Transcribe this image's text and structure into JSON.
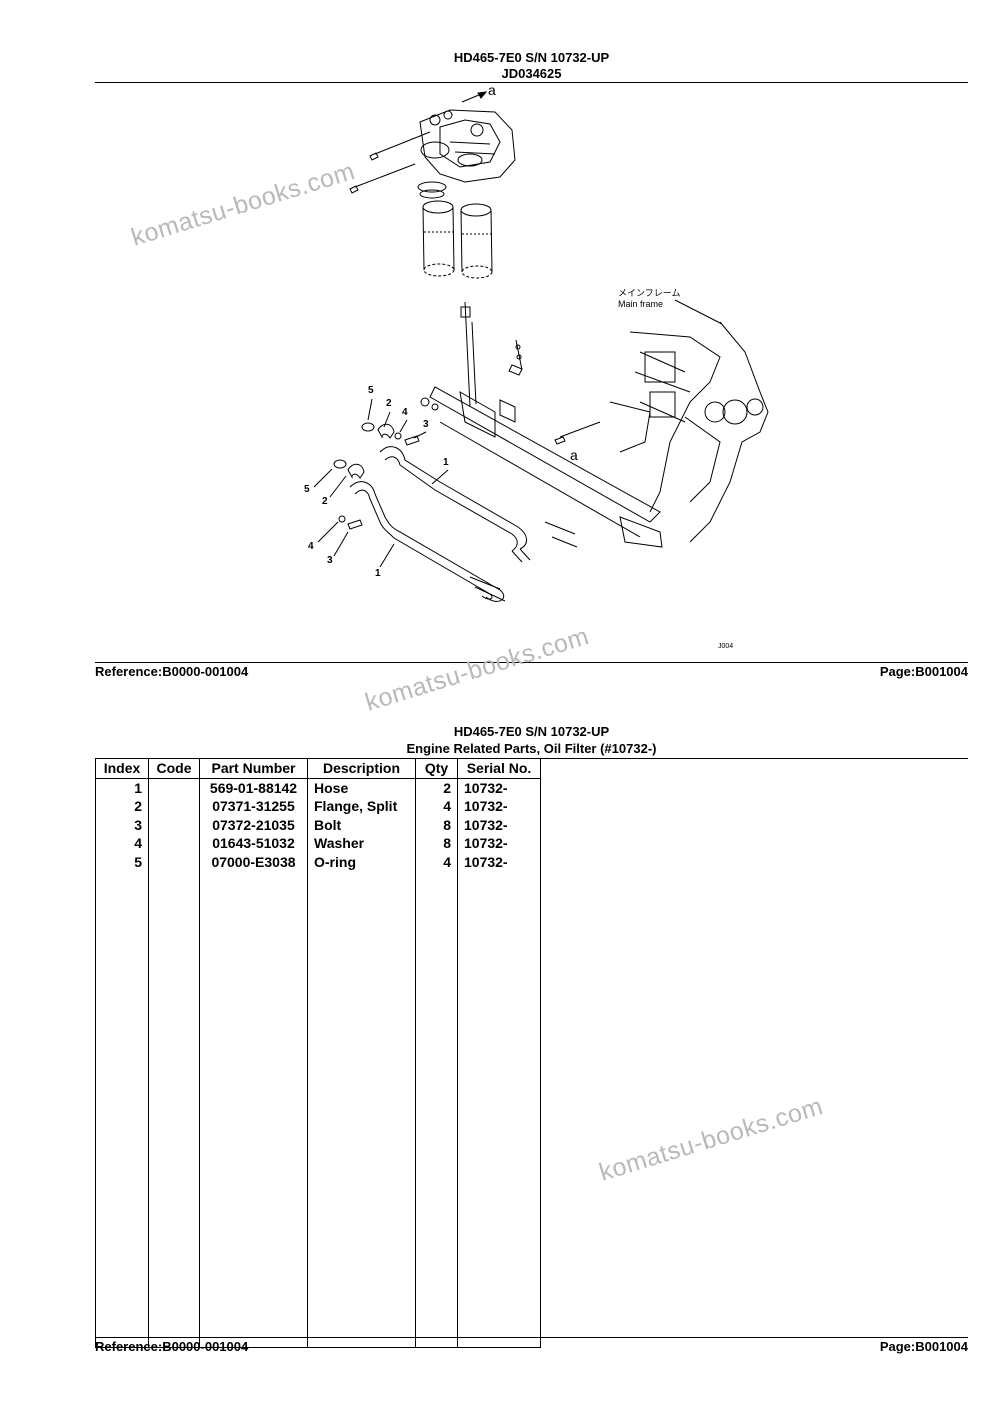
{
  "page1": {
    "title": "HD465-7E0 S/N 10732-UP",
    "subtitle": "JD034625",
    "reference": "Reference:B0000-001004",
    "page": "Page:B001004"
  },
  "diagram": {
    "labels": {
      "a_top": "a",
      "a_mid": "a",
      "main_frame_jp": "メインフレーム",
      "main_frame_en": "Main frame",
      "code": "J004"
    },
    "callouts": [
      "5",
      "2",
      "4",
      "3",
      "1",
      "5",
      "2",
      "4",
      "3",
      "1"
    ]
  },
  "page2": {
    "title": "HD465-7E0 S/N 10732-UP",
    "subtitle": "Engine Related Parts, Oil Filter (#10732-)",
    "reference": "Reference:B0000-001004",
    "page": "Page:B001004"
  },
  "table": {
    "headers": [
      "Index",
      "Code",
      "Part Number",
      "Description",
      "Qty",
      "Serial No."
    ],
    "rows": [
      {
        "index": "1",
        "code": "",
        "part": "569-01-88142",
        "desc": "Hose",
        "qty": "2",
        "serial": "10732-"
      },
      {
        "index": "2",
        "code": "",
        "part": "07371-31255",
        "desc": "Flange, Split",
        "qty": "4",
        "serial": "10732-"
      },
      {
        "index": "3",
        "code": "",
        "part": "07372-21035",
        "desc": "Bolt",
        "qty": "8",
        "serial": "10732-"
      },
      {
        "index": "4",
        "code": "",
        "part": "01643-51032",
        "desc": "Washer",
        "qty": "8",
        "serial": "10732-"
      },
      {
        "index": "5",
        "code": "",
        "part": "07000-E3038",
        "desc": "O-ring",
        "qty": "4",
        "serial": "10732-"
      }
    ]
  },
  "watermark": "komatsu-books.com"
}
